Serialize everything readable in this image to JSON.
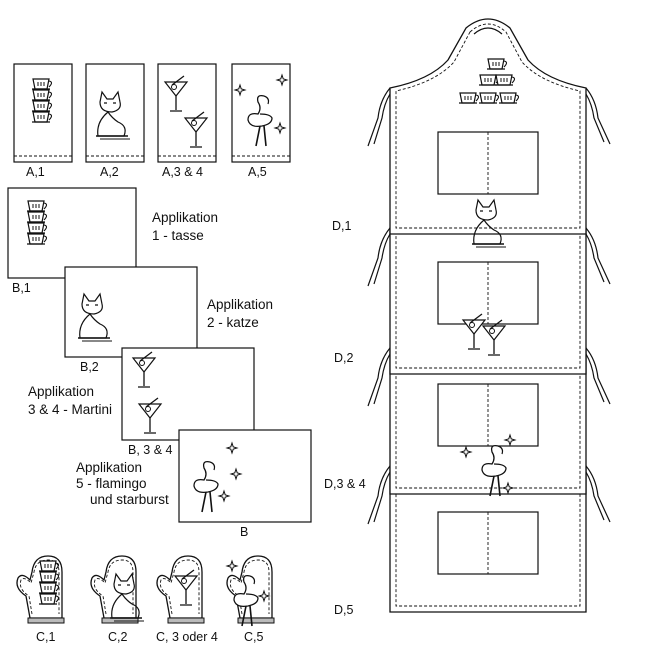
{
  "panel_a": [
    {
      "label": "A,1",
      "motif": "teacup-stack-icon"
    },
    {
      "label": "A,2",
      "motif": "cat-icon"
    },
    {
      "label": "A,3 & 4",
      "motif": "martini-glass-icon"
    },
    {
      "label": "A,5",
      "motif": "flamingo-icon"
    }
  ],
  "panel_b": [
    {
      "label": "B,1",
      "caption_line1": "Applikation",
      "caption_line2": "1 -  tasse"
    },
    {
      "label": "B,2",
      "caption_line1": "Applikation",
      "caption_line2": "2 - katze"
    },
    {
      "label": "B, 3 & 4",
      "caption_line1": "Applikation",
      "caption_line2": "3 & 4 - Martini"
    },
    {
      "label": "B",
      "caption_line1": "Applikation",
      "caption_line2": "5 - flamingo",
      "caption_line3": "und starburst"
    }
  ],
  "panel_c": [
    {
      "label": "C,1"
    },
    {
      "label": "C,2"
    },
    {
      "label": "C, 3 oder 4"
    },
    {
      "label": "C,5"
    }
  ],
  "panel_d": [
    {
      "label": "D,1"
    },
    {
      "label": "D,2"
    },
    {
      "label": "D,3 & 4"
    },
    {
      "label": "D,5"
    }
  ],
  "colors": {
    "line": "#111111",
    "background": "#ffffff"
  }
}
